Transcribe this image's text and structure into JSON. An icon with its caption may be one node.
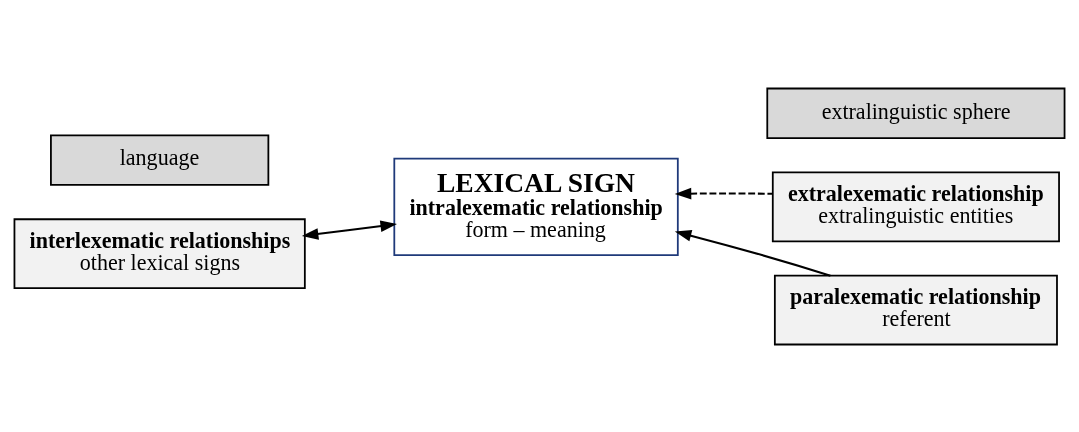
{
  "diagram": {
    "nodes": [
      {
        "text": [
          "language"
        ]
      },
      {
        "text": [
          "extralinguistic sphere"
        ]
      },
      {
        "text": [
          "extralexematic relationship",
          "extralinguistic entities"
        ]
      },
      {
        "text": [
          "LEXICAL SIGN",
          "intralexematic relationship",
          "form – meaning"
        ]
      },
      {
        "text": [
          "interlexematic relationships",
          "other lexical signs"
        ]
      },
      {
        "text": [
          "paralexematic relationship",
          "referent"
        ]
      }
    ],
    "edges": [
      {
        "from": 4,
        "to": 3,
        "arrow": "both"
      },
      {
        "from": 2,
        "to": 3,
        "arrow": "to",
        "style": "dashed"
      },
      {
        "from": 5,
        "to": 3,
        "arrow": "to"
      }
    ]
  }
}
